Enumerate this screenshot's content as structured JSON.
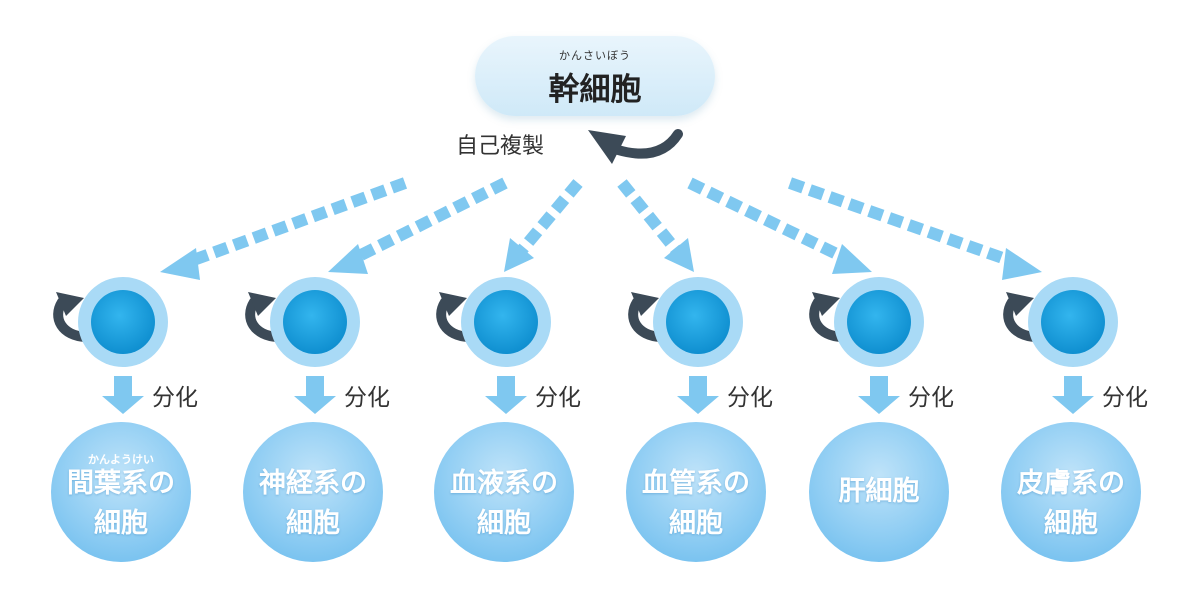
{
  "stem_cell": {
    "ruby": "かんさいぼう",
    "label": "幹細胞"
  },
  "self_renewal_label": "自己複製",
  "differentiation_label": "分化",
  "cell_types": [
    {
      "ruby": "かんようけい",
      "label": "間葉系の細胞"
    },
    {
      "label": "神経系の細胞"
    },
    {
      "label": "血液系の細胞"
    },
    {
      "label": "血管系の細胞"
    },
    {
      "label": "肝細胞"
    },
    {
      "label": "皮膚系の細胞"
    }
  ],
  "colors": {
    "arrow_light_blue": "#7fc8f0",
    "cell_outer": "#a9daf6",
    "cell_nucleus": "#1a9fde",
    "curl_arrow": "#3c4a57",
    "result_circle": "#8fcdf3"
  }
}
